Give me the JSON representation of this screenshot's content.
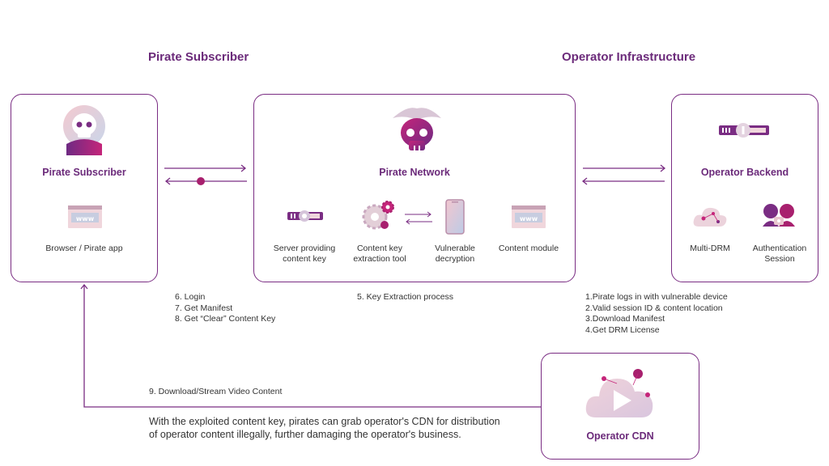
{
  "headers": {
    "left": "Pirate Subscriber",
    "right": "Operator Infrastructure"
  },
  "subscriber": {
    "title": "Pirate Subscriber",
    "item": "Browser / Pirate app"
  },
  "network": {
    "title": "Pirate Network",
    "items": [
      "Server providing\ncontent key",
      "Content key\nextraction tool",
      "Vulnerable\ndecryption",
      "Content module"
    ]
  },
  "backend": {
    "title": "Operator Backend",
    "items": [
      "Multi-DRM",
      "Authentication\nSession"
    ]
  },
  "cdn": {
    "title": "Operator CDN"
  },
  "notes": {
    "left": [
      "6. Login",
      "7. Get Manifest",
      "8. Get “Clear” Content Key"
    ],
    "middle": "5. Key Extraction process",
    "right": [
      "1.Pirate logs in with vulnerable device",
      "2.Valid session ID & content location",
      "3.Download Manifest",
      "4.Get DRM License"
    ],
    "download": "9. Download/Stream Video Content"
  },
  "paragraph": "With the exploited content key, pirates can grab operator's CDN for distribution of operator content illegally, further damaging the operator's business.",
  "icons": {
    "skull": "skull-icon",
    "pirate": "pirate-skull-icon",
    "browser": "www-browser-icon",
    "server": "server-icon",
    "gears": "gears-icon",
    "phone": "phone-icon",
    "backend_server": "server-lock-icon",
    "cloud": "cloud-network-icon",
    "auth": "auth-users-icon",
    "cdn": "cloud-play-icon"
  },
  "colors": {
    "accent": "#7a2d83",
    "magenta": "#a8206e",
    "soft": "#e9c6cf"
  }
}
